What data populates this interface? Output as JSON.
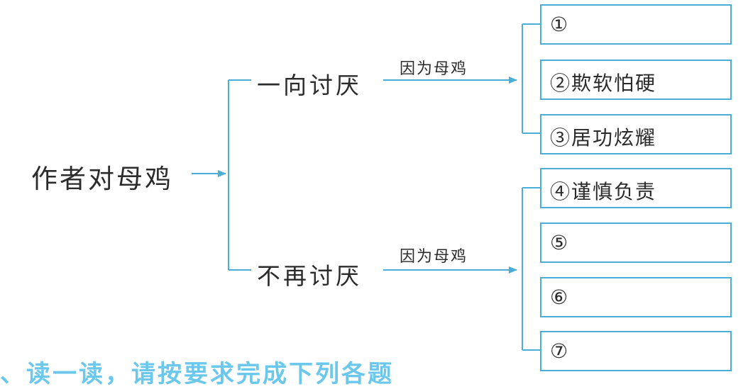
{
  "diagram": {
    "root": "作者对母鸡",
    "branches": [
      {
        "label": "一向讨厌",
        "reason": "因为母鸡",
        "items": [
          "①",
          "②欺软怕硬",
          "③居功炫耀"
        ]
      },
      {
        "label": "不再讨厌",
        "reason": "因为母鸡",
        "items": [
          "④谨慎负责",
          "⑤",
          "⑥",
          "⑦"
        ]
      }
    ]
  },
  "footer_heading": "、读一读，请按要求完成下列各题",
  "colors": {
    "line": "#4aaed6",
    "text": "#2b2b2b",
    "heading": "#5bc3ea"
  }
}
